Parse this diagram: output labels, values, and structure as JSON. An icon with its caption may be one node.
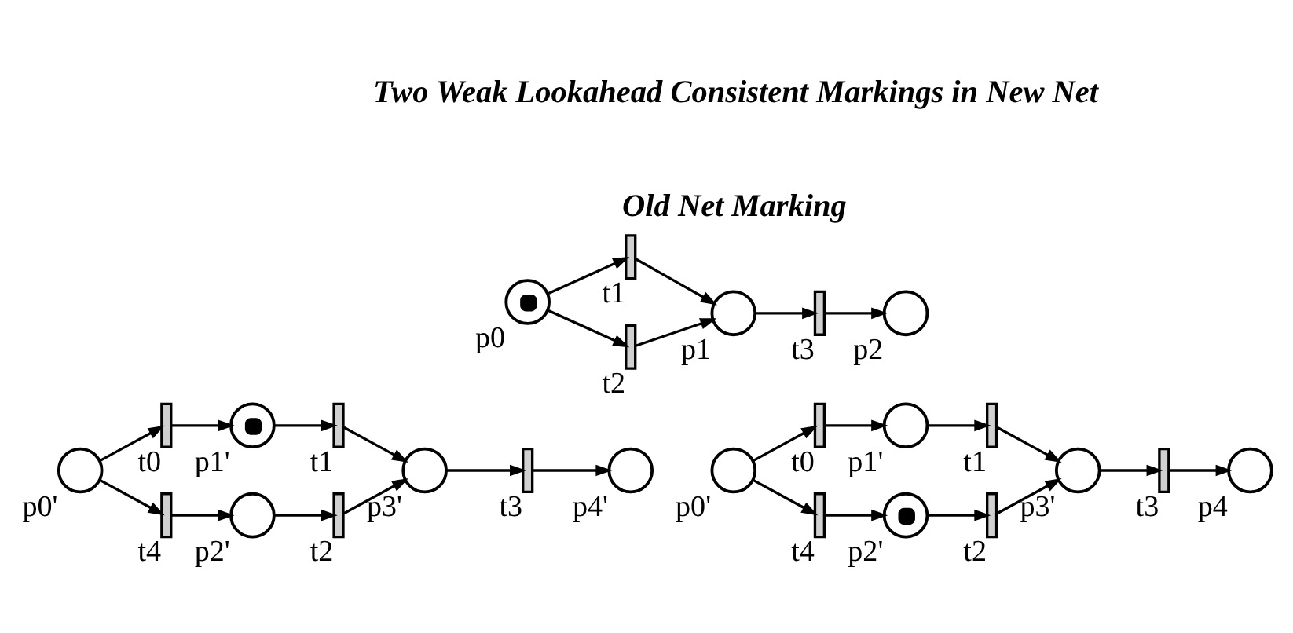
{
  "diagram": {
    "nodes": [
      {
        "text": [],
        "shape": "bullseye",
        "beside": [
          "p0"
        ]
      },
      {
        "text": [],
        "shape": "bar",
        "beside": [
          "t1"
        ]
      },
      {
        "text": [],
        "shape": "bar",
        "beside": [
          "t2"
        ]
      },
      {
        "text": [],
        "shape": "circle",
        "beside": [
          "p1"
        ]
      },
      {
        "text": [],
        "shape": "bar",
        "beside": [
          "t3"
        ]
      },
      {
        "text": [],
        "shape": "circle",
        "beside": [
          "p2"
        ]
      },
      {
        "text": [],
        "shape": "circle",
        "beside": [
          "p0'"
        ]
      },
      {
        "text": [],
        "shape": "bar",
        "beside": [
          "t0"
        ]
      },
      {
        "text": [],
        "shape": "bullseye",
        "beside": [
          "p1'"
        ]
      },
      {
        "text": [],
        "shape": "bar",
        "beside": [
          "t4"
        ]
      },
      {
        "text": [],
        "shape": "circle",
        "beside": [
          "p2'"
        ]
      },
      {
        "text": [],
        "shape": "bar",
        "beside": [
          "t1"
        ]
      },
      {
        "text": [],
        "shape": "bar",
        "beside": [
          "t2"
        ]
      },
      {
        "text": [],
        "shape": "circle",
        "beside": [
          "p3'"
        ]
      },
      {
        "text": [],
        "shape": "bar",
        "beside": [
          "t3"
        ]
      },
      {
        "text": [],
        "shape": "circle",
        "beside": [
          "p4'"
        ]
      },
      {
        "text": [],
        "shape": "circle",
        "beside": [
          "p0'"
        ]
      },
      {
        "text": [],
        "shape": "bar",
        "beside": [
          "t0"
        ]
      },
      {
        "text": [],
        "shape": "circle",
        "beside": [
          "p1'"
        ]
      },
      {
        "text": [],
        "shape": "bar",
        "beside": [
          "t4"
        ]
      },
      {
        "text": [],
        "shape": "bullseye",
        "beside": [
          "p2'"
        ]
      },
      {
        "text": [],
        "shape": "bar",
        "beside": [
          "t1"
        ]
      },
      {
        "text": [],
        "shape": "bar",
        "beside": [
          "t2"
        ]
      },
      {
        "text": [],
        "shape": "circle",
        "beside": [
          "p3'"
        ]
      },
      {
        "text": [],
        "shape": "bar",
        "beside": [
          "t3"
        ]
      },
      {
        "text": [],
        "shape": "circle",
        "beside": [
          "p4"
        ]
      }
    ],
    "edges": [
      {
        "from": 0,
        "to": 1,
        "arrow": "to"
      },
      {
        "from": 0,
        "to": 2,
        "arrow": "to"
      },
      {
        "from": 1,
        "to": 3,
        "arrow": "to"
      },
      {
        "from": 2,
        "to": 3,
        "arrow": "to"
      },
      {
        "from": 3,
        "to": 4,
        "arrow": "to"
      },
      {
        "from": 4,
        "to": 5,
        "arrow": "to"
      },
      {
        "from": 6,
        "to": 7,
        "arrow": "to"
      },
      {
        "from": 6,
        "to": 9,
        "arrow": "to"
      },
      {
        "from": 7,
        "to": 8,
        "arrow": "to"
      },
      {
        "from": 9,
        "to": 10,
        "arrow": "to"
      },
      {
        "from": 8,
        "to": 11,
        "arrow": "to"
      },
      {
        "from": 10,
        "to": 12,
        "arrow": "to"
      },
      {
        "from": 11,
        "to": 13,
        "arrow": "to"
      },
      {
        "from": 12,
        "to": 13,
        "arrow": "to"
      },
      {
        "from": 13,
        "to": 14,
        "arrow": "to"
      },
      {
        "from": 14,
        "to": 15,
        "arrow": "to"
      },
      {
        "from": 16,
        "to": 17,
        "arrow": "to"
      },
      {
        "from": 16,
        "to": 19,
        "arrow": "to"
      },
      {
        "from": 17,
        "to": 18,
        "arrow": "to"
      },
      {
        "from": 19,
        "to": 20,
        "arrow": "to"
      },
      {
        "from": 18,
        "to": 21,
        "arrow": "to"
      },
      {
        "from": 20,
        "to": 22,
        "arrow": "to"
      },
      {
        "from": 21,
        "to": 23,
        "arrow": "to"
      },
      {
        "from": 22,
        "to": 23,
        "arrow": "to"
      },
      {
        "from": 23,
        "to": 24,
        "arrow": "to"
      },
      {
        "from": 24,
        "to": 25,
        "arrow": "to"
      }
    ],
    "labels": [
      "Old Net Marking",
      "Two Weak Lookahead Consistent Markings in New Net"
    ]
  }
}
